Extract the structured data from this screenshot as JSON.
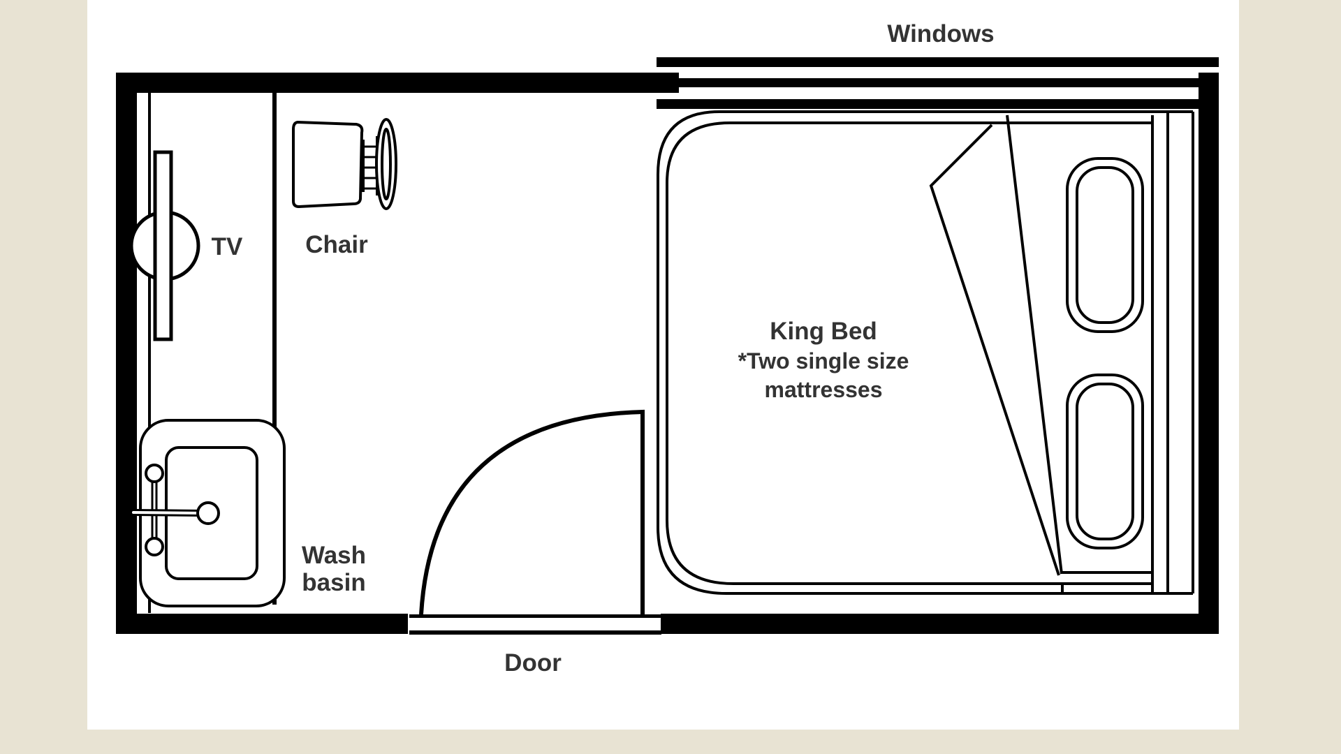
{
  "colors": {
    "background": "#e8e3d3",
    "paper": "#ffffff",
    "ink": "#000000",
    "label_text": "#333333"
  },
  "labels": {
    "windows": "Windows",
    "tv": "TV",
    "chair": "Chair",
    "king_bed": "King Bed",
    "bed_note_line1": "*Two single size",
    "bed_note_line2": "mattresses",
    "wash_line1": "Wash",
    "wash_line2": "basin",
    "door": "Door"
  }
}
